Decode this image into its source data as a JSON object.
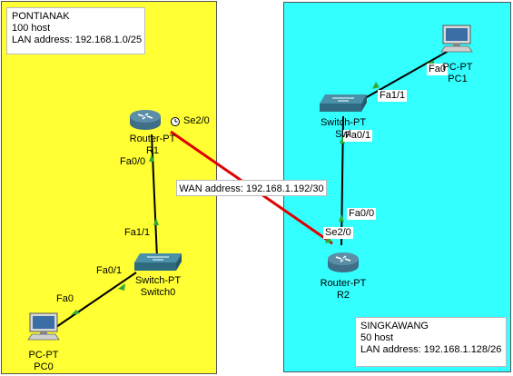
{
  "colors": {
    "left_area": "#ffff33",
    "right_area": "#33ffff",
    "serial_link": "#e00000",
    "ethernet_link": "#000000",
    "port_up": "#33aa33",
    "router_body": "#5b8fa8",
    "switch_body": "#4a90a8"
  },
  "areas": {
    "left": {
      "note": {
        "name": "PONTIANAK",
        "hosts": "100 host",
        "lan": "LAN address: 192.168.1.0/25"
      }
    },
    "right": {
      "note": {
        "name": "SINGKAWANG",
        "hosts": "50 host",
        "lan": "LAN address: 192.168.1.128/26"
      }
    }
  },
  "wan": {
    "label": "WAN address: 192.168.1.192/30"
  },
  "devices": {
    "r1": {
      "model": "Router-PT",
      "name": "R1",
      "icon": "router-icon"
    },
    "r2": {
      "model": "Router-PT",
      "name": "R2",
      "icon": "router-icon"
    },
    "switch0": {
      "model": "Switch-PT",
      "name": "Switch0",
      "icon": "switch-icon"
    },
    "switch_right": {
      "model": "Switch-PT",
      "name": "Swi",
      "icon": "switch-icon"
    },
    "pc0": {
      "model": "PC-PT",
      "name": "PC0",
      "icon": "pc-icon"
    },
    "pc1": {
      "model": "PC-PT",
      "name": "PC1",
      "icon": "pc-icon"
    }
  },
  "ports": {
    "r1_se": "Se2/0",
    "r1_fa": "Fa0/0",
    "sw0_up": "Fa1/1",
    "sw0_down": "Fa0/1",
    "pc0_fa": "Fa0",
    "r2_se": "Se2/0",
    "r2_fa": "Fa0/0",
    "swr_down": "Fa0/1",
    "swr_up": "Fa1/1",
    "pc1_fa": "Fa0"
  }
}
